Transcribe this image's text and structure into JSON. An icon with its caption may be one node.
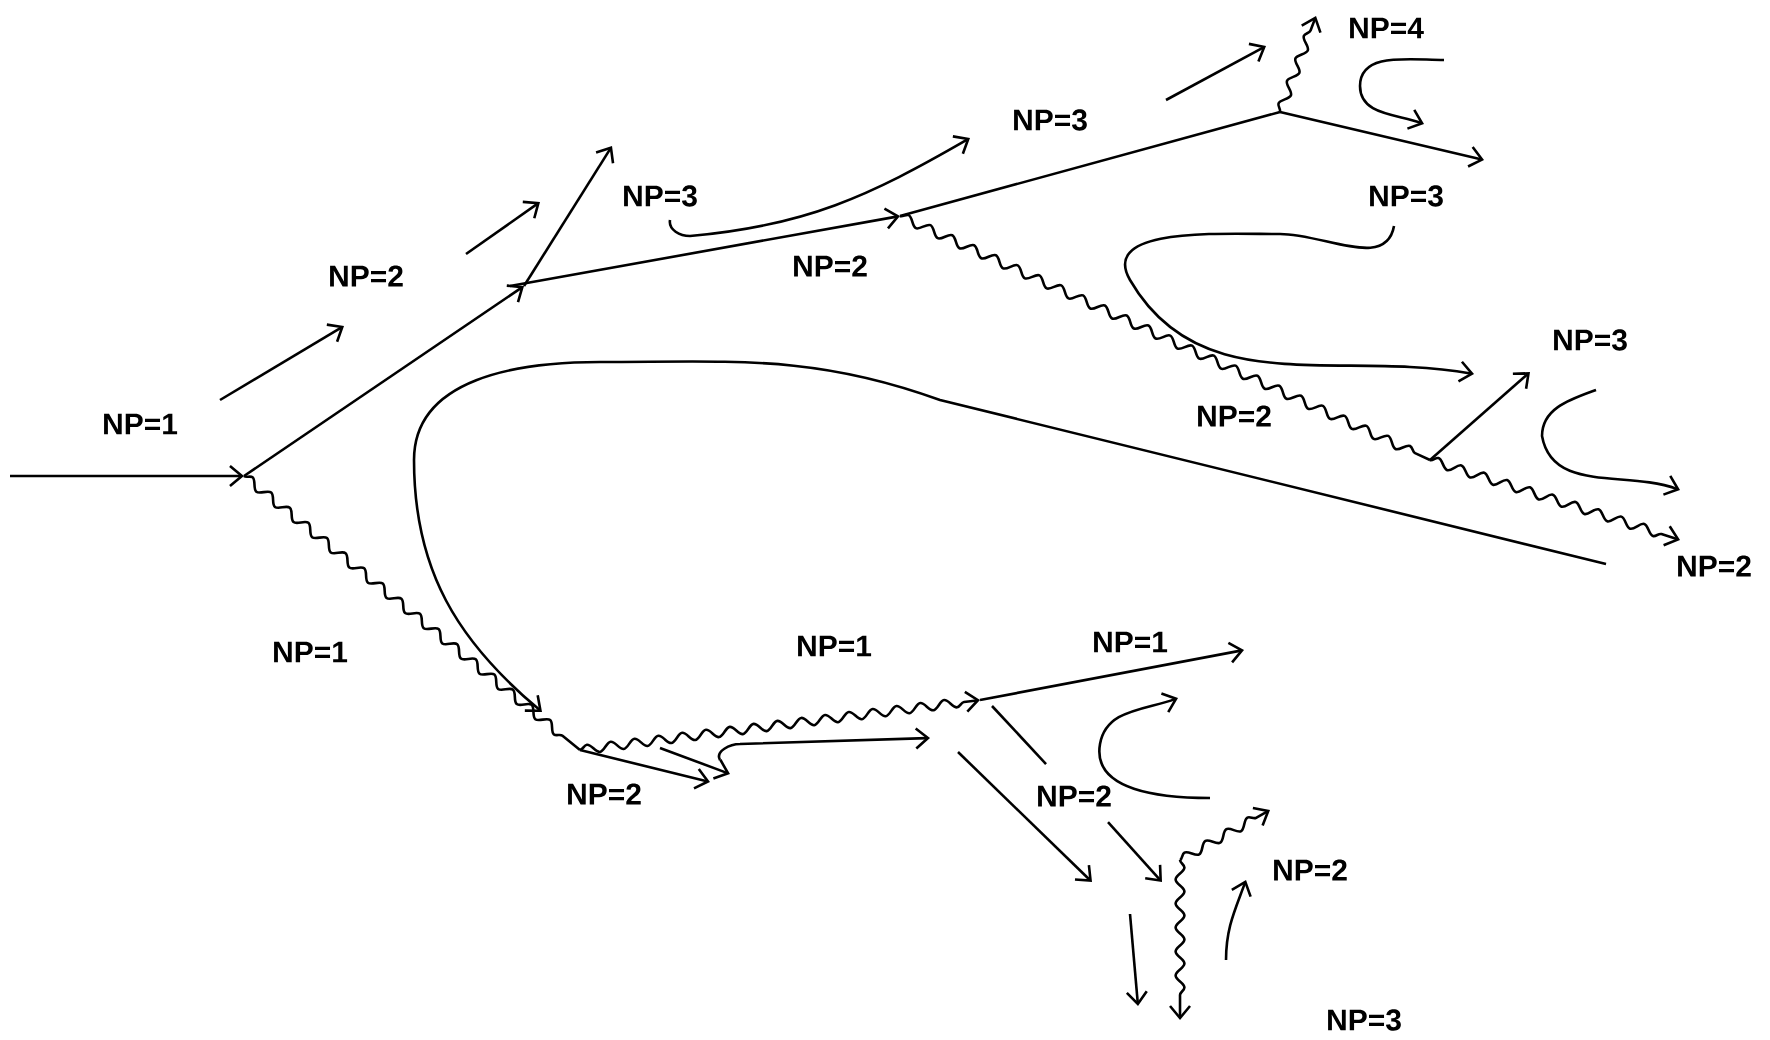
{
  "diagram": {
    "labels": [
      "NP=4",
      "NP=3",
      "NP=3",
      "NP=3",
      "NP=2",
      "NP=2",
      "NP=3",
      "NP=2",
      "NP=1",
      "NP=2",
      "NP=1",
      "NP=1",
      "NP=1",
      "NP=2",
      "NP=2",
      "NP=2",
      "NP=3"
    ]
  }
}
